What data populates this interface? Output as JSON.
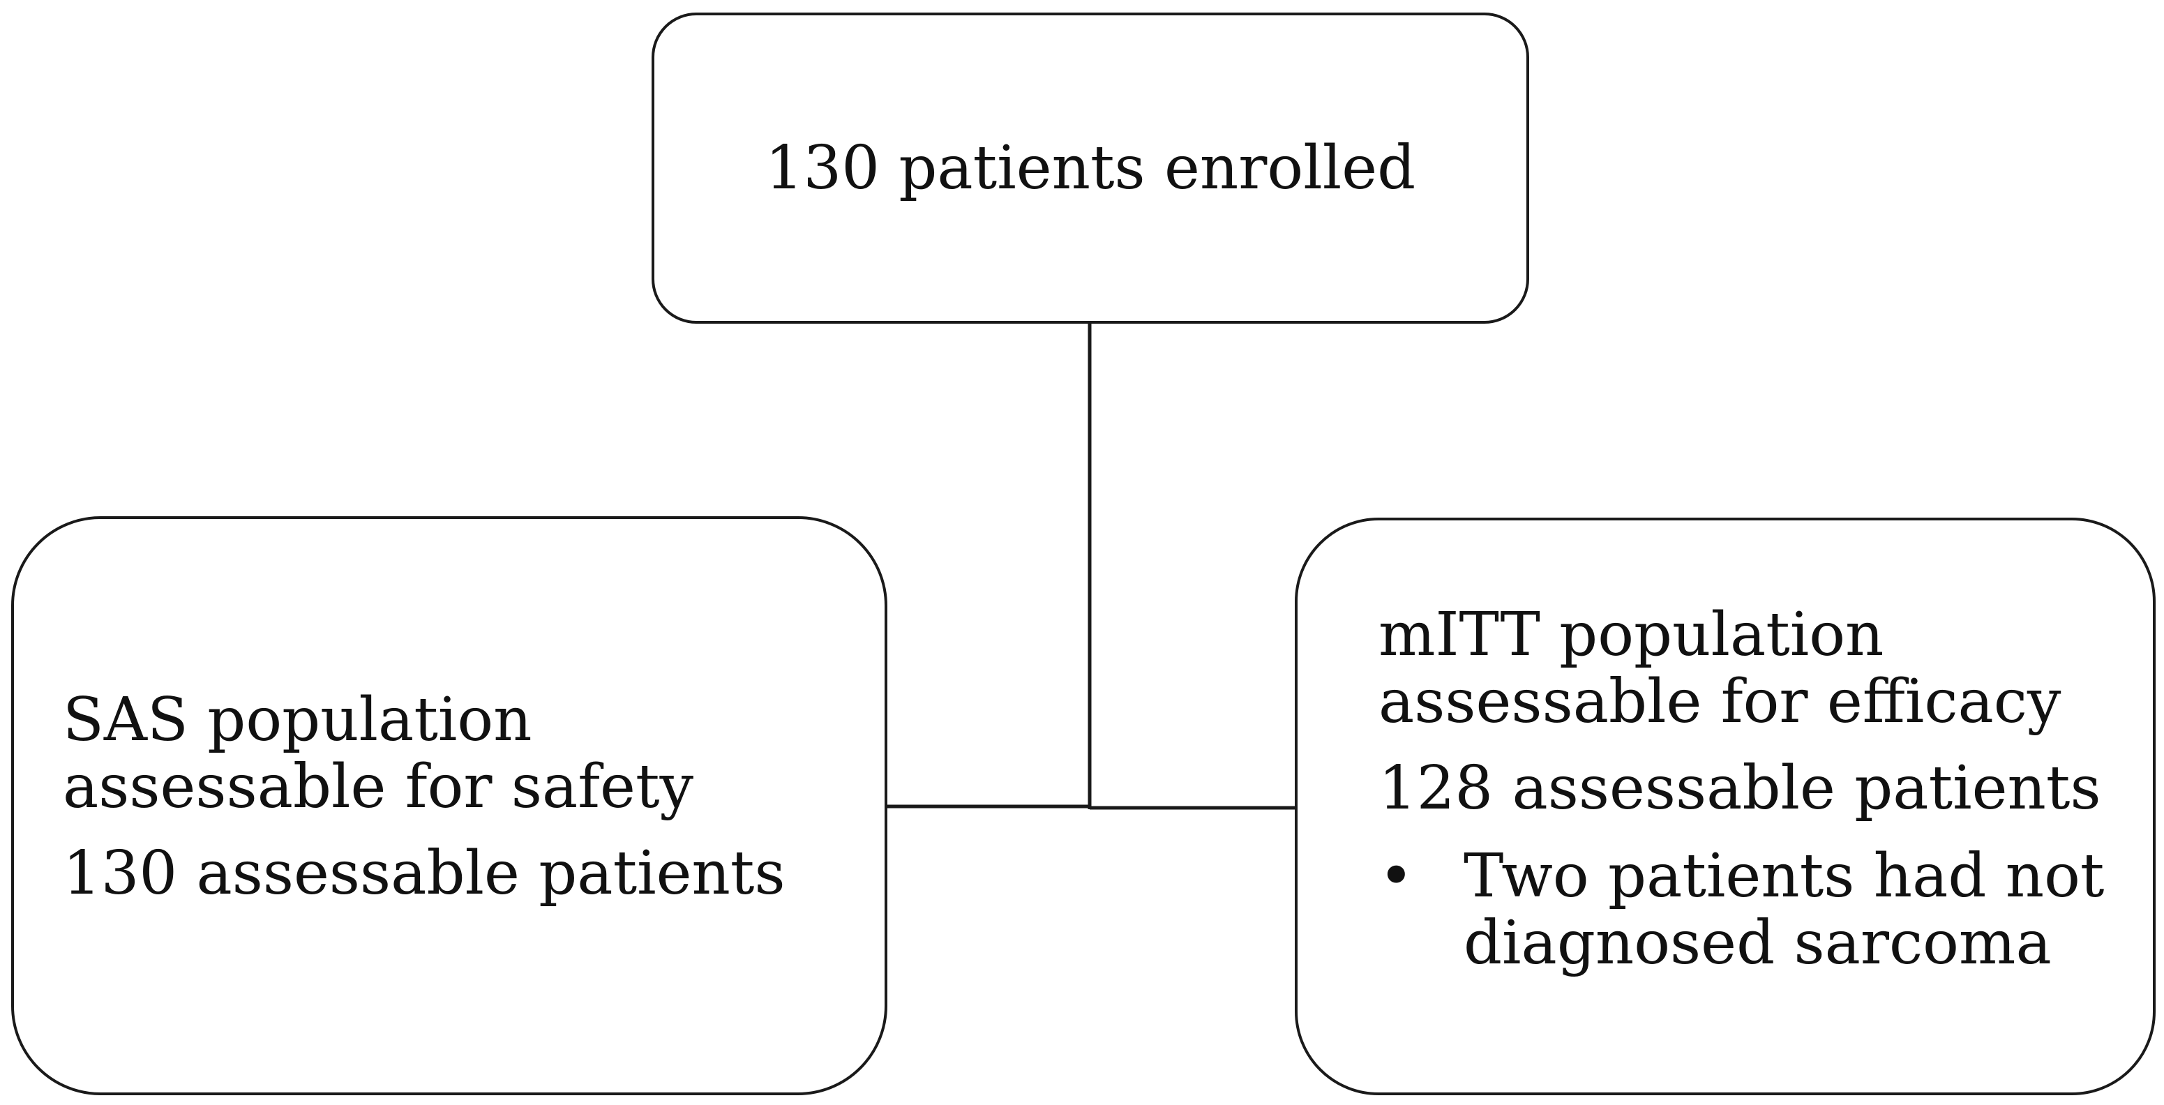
{
  "diagram": {
    "top_box": {
      "text": "130 patients enrolled"
    },
    "left_box": {
      "title_line1": "SAS population",
      "title_line2": "assessable for safety",
      "count": "130 assessable patients"
    },
    "right_box": {
      "title_line1": "mITT population",
      "title_line2": "assessable for efficacy",
      "count": "128 assessable patients",
      "bullet_symbol": "•",
      "note_line1": "Two patients had not",
      "note_line2": "diagnosed sarcoma"
    }
  }
}
